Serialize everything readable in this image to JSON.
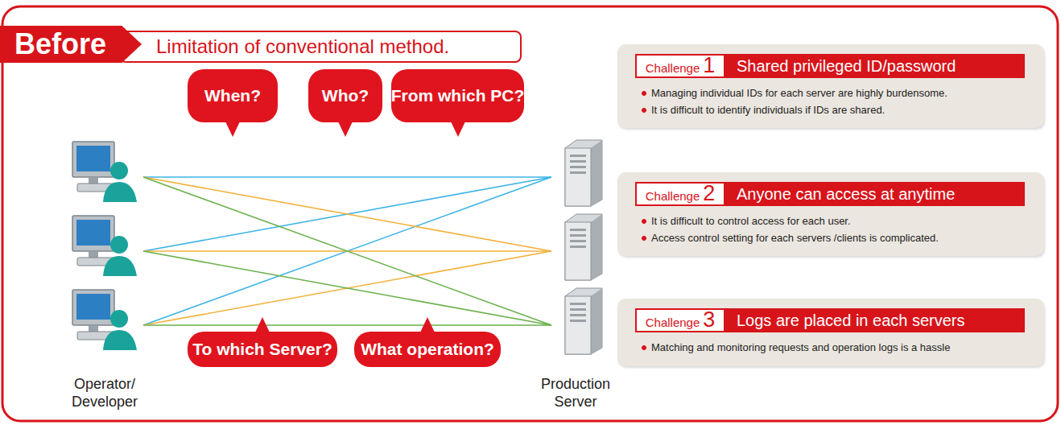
{
  "diagram": {
    "nodes": [
      {
        "text": [
          "Before"
        ]
      },
      {
        "text": [
          "Limitation of conventional method."
        ]
      },
      {
        "text": [
          "When?"
        ]
      },
      {
        "text": [
          "Who?"
        ]
      },
      {
        "text": [
          "From which PC?"
        ]
      },
      {
        "text": [
          "Managing individual IDs for each server are highly burdensome.",
          "It is difficult to identify individuals if IDs are shared."
        ]
      },
      {
        "text": [
          "Challenge",
          "1"
        ],
        "in": 5
      },
      {
        "text": [
          "Shared privileged ID/password"
        ],
        "in": 5
      },
      {
        "text": [
          "It is difficult to control access for each user.",
          "Access control setting for each servers /clients  is complicated."
        ]
      },
      {
        "text": [
          "Challenge",
          "2"
        ],
        "in": 8
      },
      {
        "text": [
          "Anyone can access at anytime"
        ],
        "in": 8
      },
      {
        "text": [
          "Matching and monitoring requests and operation logs is a hassle"
        ]
      },
      {
        "text": [
          "Challenge",
          "3"
        ],
        "in": 11
      },
      {
        "text": [
          "Logs are placed in each servers"
        ],
        "in": 11
      },
      {
        "text": [
          "To which Server?"
        ]
      },
      {
        "text": [
          "What operation?"
        ]
      }
    ],
    "labels": [
      "Operator/ Developer",
      "Production Server"
    ]
  }
}
